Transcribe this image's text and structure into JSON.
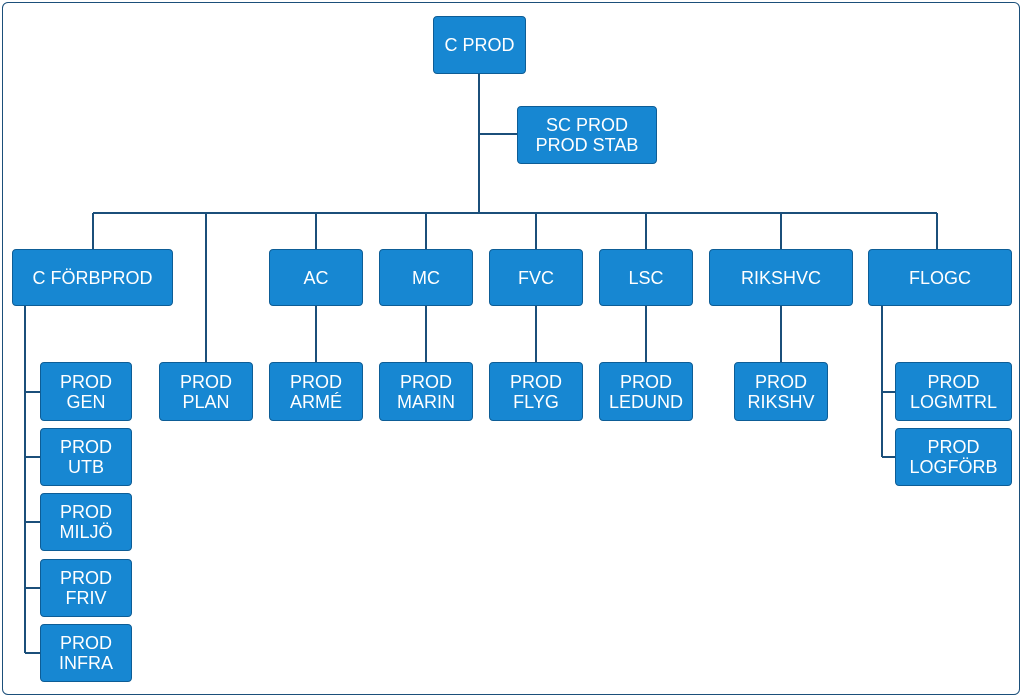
{
  "org_chart": {
    "root": {
      "line1": "C PROD"
    },
    "staff": {
      "line1": "SC PROD",
      "line2": "PROD STAB"
    },
    "units": {
      "c_forbprod": {
        "line1": "C FÖRBPROD"
      },
      "ac": {
        "line1": "AC"
      },
      "mc": {
        "line1": "MC"
      },
      "fvc": {
        "line1": "FVC"
      },
      "lsc": {
        "line1": "LSC"
      },
      "rikshvc": {
        "line1": "RIKSHVC"
      },
      "flogc": {
        "line1": "FLOGC"
      }
    },
    "sub": {
      "prod_gen": {
        "line1": "PROD",
        "line2": "GEN"
      },
      "prod_utb": {
        "line1": "PROD",
        "line2": "UTB"
      },
      "prod_miljo": {
        "line1": "PROD",
        "line2": "MILJÖ"
      },
      "prod_friv": {
        "line1": "PROD",
        "line2": "FRIV"
      },
      "prod_infra": {
        "line1": "PROD",
        "line2": "INFRA"
      },
      "prod_plan": {
        "line1": "PROD",
        "line2": "PLAN"
      },
      "prod_arme": {
        "line1": "PROD",
        "line2": "ARMÉ"
      },
      "prod_marin": {
        "line1": "PROD",
        "line2": "MARIN"
      },
      "prod_flyg": {
        "line1": "PROD",
        "line2": "FLYG"
      },
      "prod_ledund": {
        "line1": "PROD",
        "line2": "LEDUND"
      },
      "prod_rikshv": {
        "line1": "PROD",
        "line2": "RIKSHV"
      },
      "prod_logmtrl": {
        "line1": "PROD",
        "line2": "LOGMTRL"
      },
      "prod_logforb": {
        "line1": "PROD",
        "line2": "LOGFÖRB"
      }
    },
    "colors": {
      "box_fill": "#1787d2",
      "box_border": "#0d5d96",
      "line": "#1b4f7a",
      "text": "#ffffff"
    }
  }
}
